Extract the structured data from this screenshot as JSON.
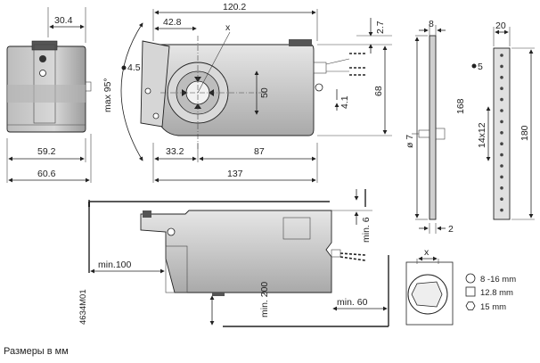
{
  "caption": "Размеры в мм",
  "drawing_code": "4634M01",
  "dims": {
    "side_top": "30.4",
    "side_w1": "59.2",
    "side_w2": "60.6",
    "front_total": "120.2",
    "front_left": "42.8",
    "front_hole": "4.5",
    "front_angle": "max 95°",
    "front_axis": "x",
    "front_h50": "50",
    "front_h68": "68",
    "front_2_7": "2.7",
    "front_4_1": "4.1",
    "front_33_2": "33.2",
    "front_87": "87",
    "front_137": "137",
    "bracket_8": "8",
    "bracket_168": "168",
    "bracket_d7": "ø 7",
    "bracket_2": "2",
    "rail_20": "20",
    "rail_hole": "5",
    "rail_180": "180",
    "rail_pitch": "14x12",
    "min100": "min.100",
    "min6": "min. 6",
    "min200": "min. 200",
    "min60": "min. 60",
    "shaft_x": "x"
  },
  "legend": [
    {
      "shape": "circle",
      "label": "8 -16 mm"
    },
    {
      "shape": "square",
      "label": "12.8 mm"
    },
    {
      "shape": "hexagon",
      "label": "15 mm"
    }
  ]
}
